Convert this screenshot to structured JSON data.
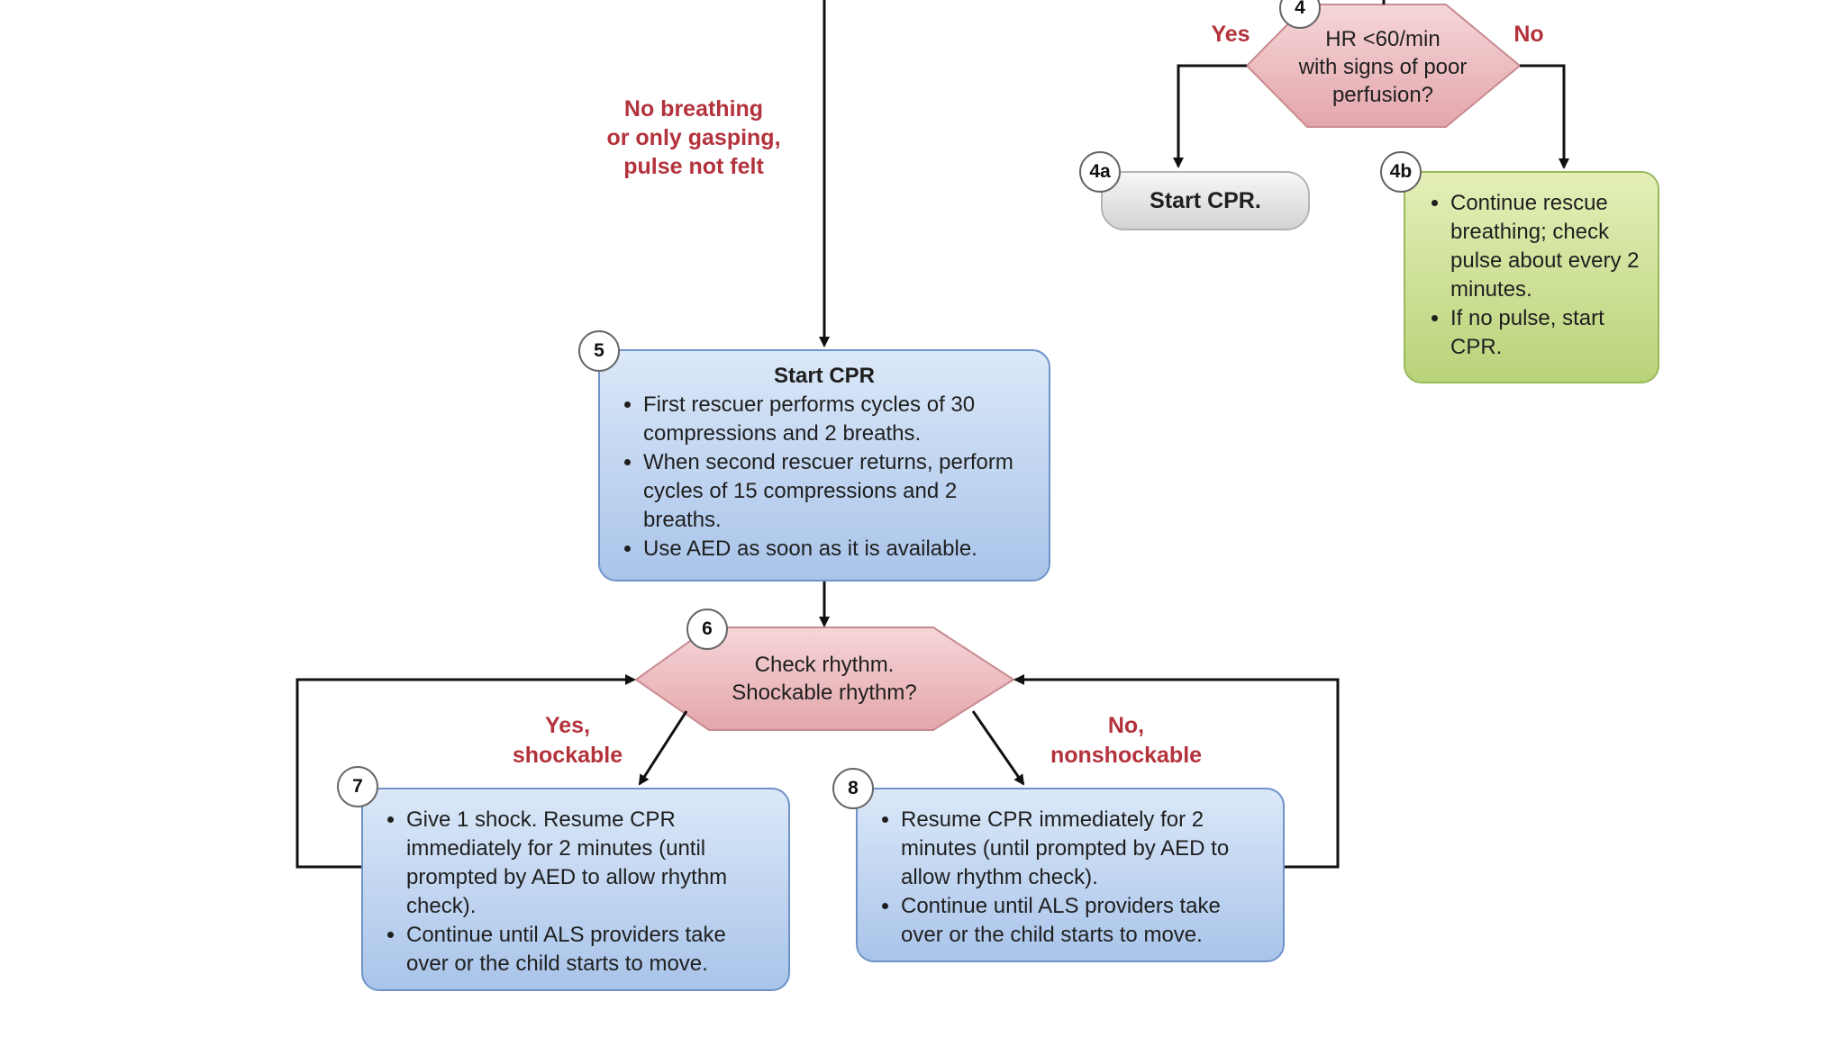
{
  "decision4": {
    "number": "4",
    "lines": [
      "HR <60/min",
      "with signs of poor",
      "perfusion?"
    ],
    "yes_label": "Yes",
    "no_label": "No"
  },
  "node4a": {
    "number": "4a",
    "text": "Start CPR."
  },
  "node4b": {
    "number": "4b",
    "bullets": [
      "Continue rescue breathing; check pulse about every 2 minutes.",
      "If no pulse, start CPR."
    ]
  },
  "entry_label": [
    "No breathing",
    "or only gasping,",
    "pulse not felt"
  ],
  "node5": {
    "number": "5",
    "title": "Start CPR",
    "bullets": [
      "First rescuer performs cycles of 30 compressions and 2 breaths.",
      "When second rescuer returns, perform cycles of 15 compressions and 2 breaths.",
      "Use AED as soon as it is available."
    ]
  },
  "decision6": {
    "number": "6",
    "lines": [
      "Check rhythm.",
      "Shockable rhythm?"
    ],
    "yes_label": [
      "Yes,",
      "shockable"
    ],
    "no_label": [
      "No,",
      "nonshockable"
    ]
  },
  "node7": {
    "number": "7",
    "bullets": [
      "Give 1 shock. Resume CPR immediately for 2 minutes (until prompted by AED to allow rhythm check).",
      "Continue until ALS providers take over or the child starts to move."
    ]
  },
  "node8": {
    "number": "8",
    "bullets": [
      "Resume CPR immediately for 2 minutes (until prompted by AED to allow rhythm check).",
      "Continue until ALS providers take over or the child starts to move."
    ]
  },
  "colors": {
    "label_red": "#b3323c",
    "decision_fill": "#f0c0c4",
    "decision_stroke": "#c98a90",
    "action_blue": "#a9c4ea",
    "action_green": "#b9d37a",
    "action_gray": "#d3d3d3",
    "arrow": "#111111"
  }
}
